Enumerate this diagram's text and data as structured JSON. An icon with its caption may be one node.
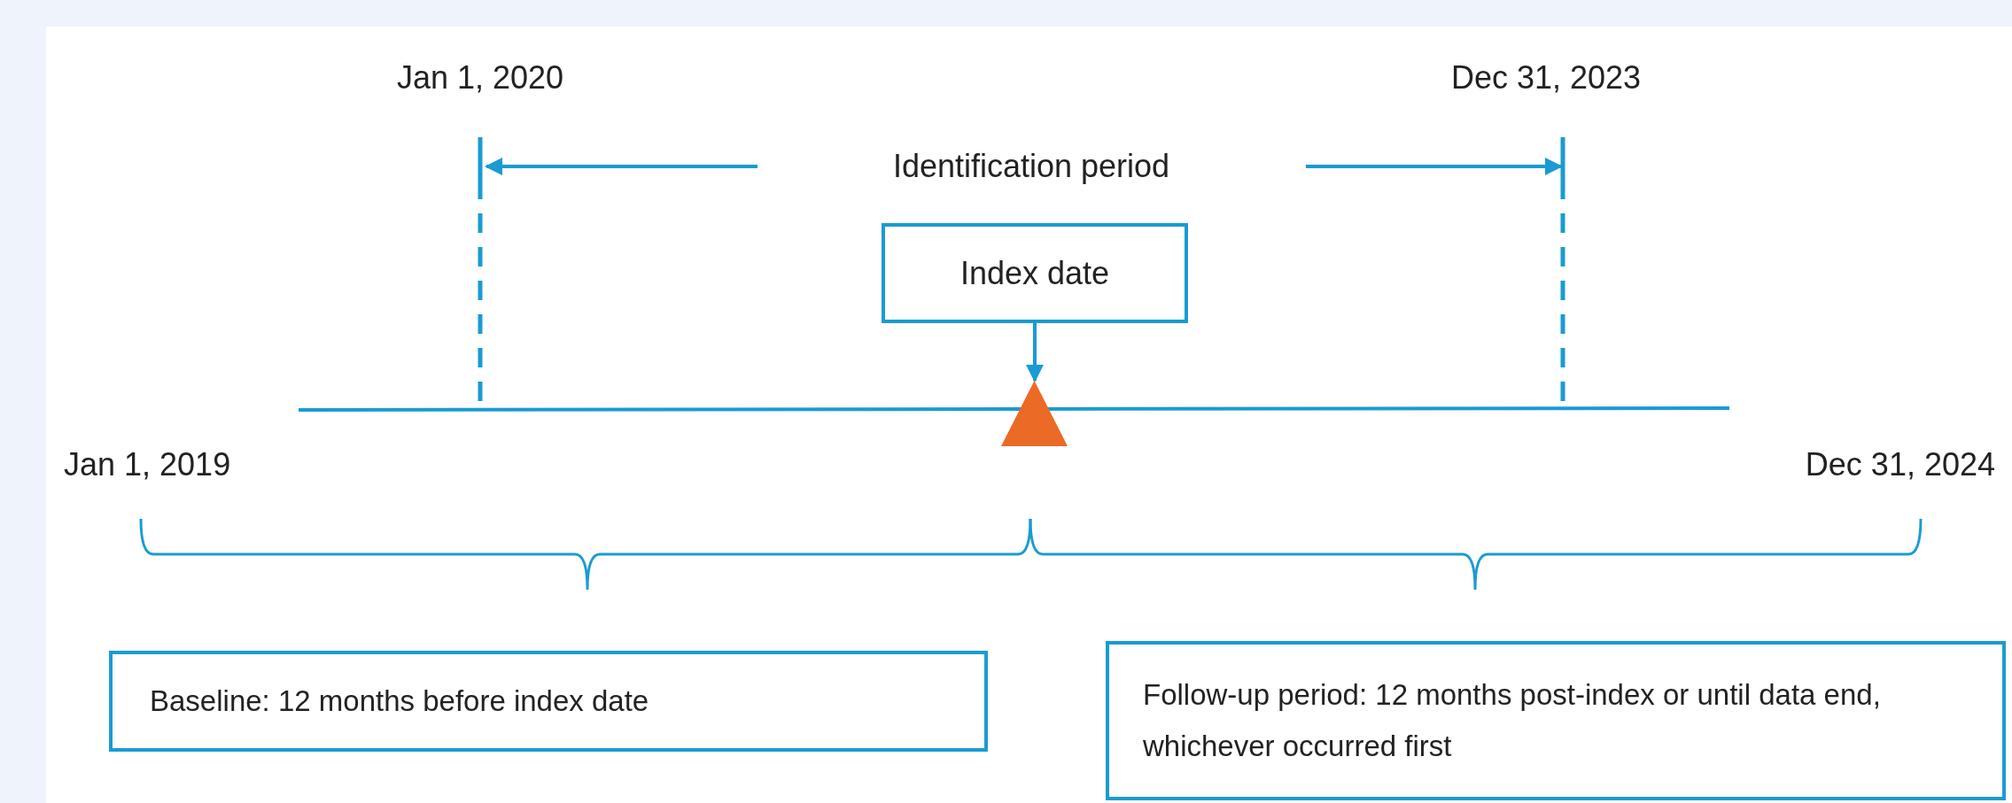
{
  "diagram": {
    "nodes": [
      {
        "text": [
          "Index date"
        ]
      },
      {
        "text": [],
        "shape": "triangle"
      },
      {
        "text": [
          "Baseline: 12 months before index date"
        ]
      },
      {
        "text": [
          "Follow-up period: 12 months post-index or until data end, whichever occurred first"
        ]
      }
    ],
    "edges": [
      {
        "from": 0,
        "to": 1,
        "arrow": "to"
      }
    ],
    "labels": [
      "Jan 1, 2020",
      "Dec 31, 2023",
      "Identification period",
      "Jan 1, 2019",
      "Dec 31, 2024"
    ]
  }
}
